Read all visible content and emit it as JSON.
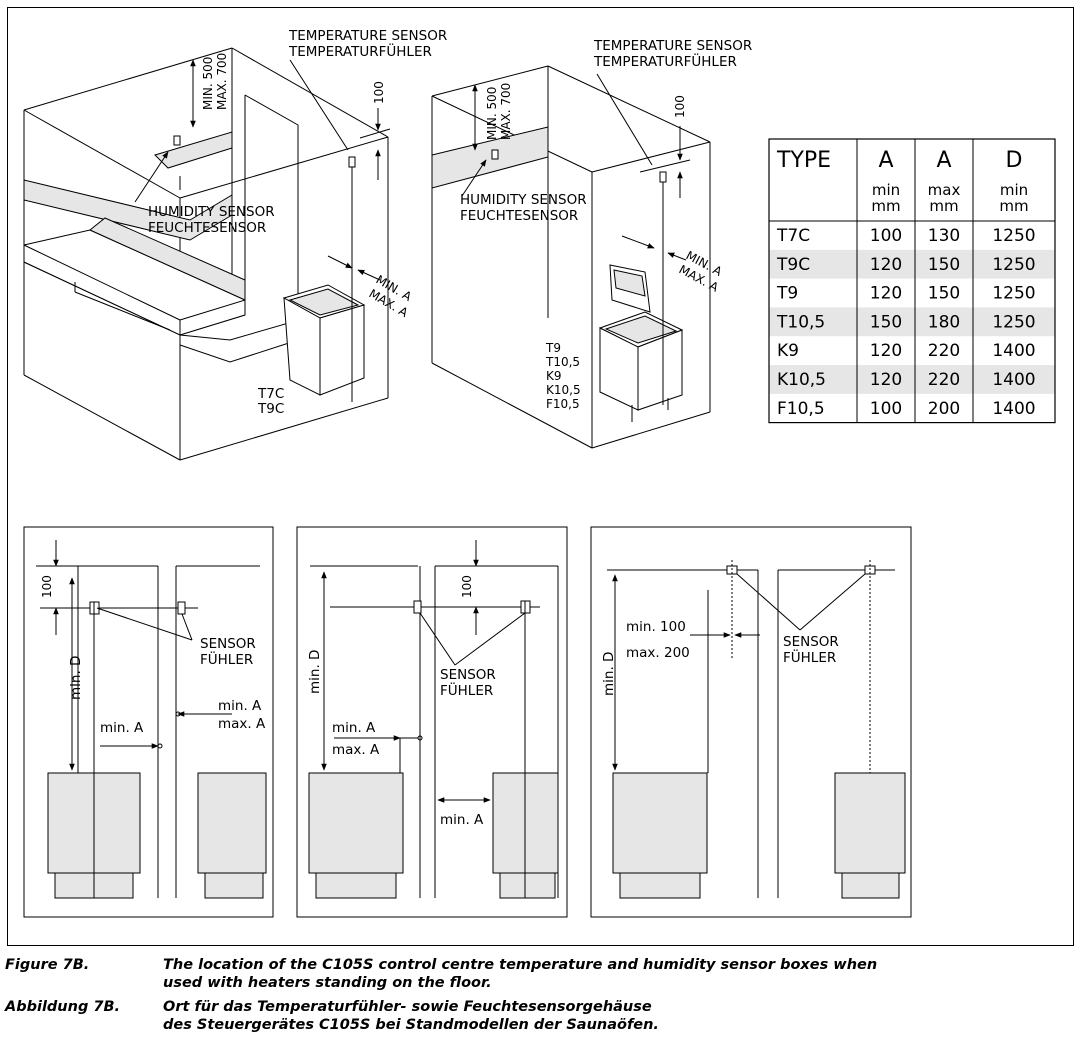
{
  "labels": {
    "temp_sensor_en": "TEMPERATURE SENSOR",
    "temp_sensor_de": "TEMPERATURFÜHLER",
    "humidity_en": "HUMIDITY SENSOR",
    "humidity_de": "FEUCHTESENSOR",
    "min_500": "MIN. 500",
    "max_700": "MAX. 700",
    "dim_100": "100",
    "min_a_upper": "MIN. A",
    "max_a_upper": "MAX. A",
    "heater_left": [
      "T7C",
      "T9C"
    ],
    "heater_right": [
      "T9",
      "T10,5",
      "K9",
      "K10,5",
      "F10,5"
    ],
    "sensor": "SENSOR",
    "fuhler": "FÜHLER",
    "min_a": "min. A",
    "max_a": "max. A",
    "min_d": "min. D",
    "min_100": "min. 100",
    "max_200": "max. 200"
  },
  "table": {
    "headers": [
      {
        "top": "TYPE",
        "sub1": "",
        "sub2": ""
      },
      {
        "top": "A",
        "sub1": "min",
        "sub2": "mm"
      },
      {
        "top": "A",
        "sub1": "max",
        "sub2": "mm"
      },
      {
        "top": "D",
        "sub1": "min",
        "sub2": "mm"
      }
    ],
    "rows": [
      [
        "T7C",
        "100",
        "130",
        "1250"
      ],
      [
        "T9C",
        "120",
        "150",
        "1250"
      ],
      [
        "T9",
        "120",
        "150",
        "1250"
      ],
      [
        "T10,5",
        "150",
        "180",
        "1250"
      ],
      [
        "K9",
        "120",
        "220",
        "1400"
      ],
      [
        "K10,5",
        "120",
        "220",
        "1400"
      ],
      [
        "F10,5",
        "100",
        "200",
        "1400"
      ]
    ],
    "stripe_color": "#e6e6e6"
  },
  "colors": {
    "gray_fill": "#e6e6e6",
    "line": "#000000"
  },
  "caption": {
    "en_label": "Figure 7B.",
    "en_text": [
      "The location of the C105S control centre temperature and humidity sensor boxes when",
      "used with heaters standing on the floor."
    ],
    "de_label": "Abbildung 7B.",
    "de_text": [
      "Ort für das Temperaturfühler- sowie Feuchtesensorgehäuse",
      "des Steuergerätes C105S bei Standmodellen der Saunaöfen."
    ]
  }
}
